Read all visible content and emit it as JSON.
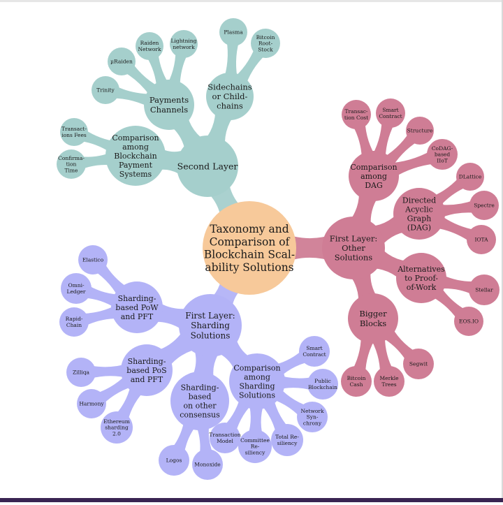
{
  "colors": {
    "root": "#f7c99a",
    "teal": "#a5cfcc",
    "pink": "#cf7d95",
    "blue": "#b3b3f7"
  },
  "mindmap": {
    "root": "Taxonomy and Comparison of Blockchain Scalability Solutions",
    "second_layer": {
      "label": "Second Layer",
      "payments_channels": {
        "label": "Payments Channels",
        "children": [
          "Raiden Network",
          "Lightning network",
          "µRaiden",
          "Trinity"
        ]
      },
      "sidechains": {
        "label": "Sidechains or Childchains",
        "children": [
          "Plasma",
          "Bitcoin Root-Stock"
        ]
      },
      "comparison_payment": {
        "label": "Comparison among Blockchain Payment Systems",
        "children": [
          "Transactions Fees",
          "Confirmation Time"
        ]
      }
    },
    "first_layer_other": {
      "label": "First Layer: Other Solutions",
      "comparison_dag": {
        "label": "Comparison among DAG",
        "children": [
          "Transaction Cost",
          "Smart Contract",
          "Structure",
          "CoDAG-based IIoT"
        ]
      },
      "dag": {
        "label": "Directed Acyclic Graph (DAG)",
        "children": [
          "DLattice",
          "Spectre",
          "IOTA"
        ]
      },
      "alternatives_pow": {
        "label": "Alternatives to Proof-of-Work",
        "children": [
          "Stellar",
          "EOS.IO"
        ]
      },
      "bigger_blocks": {
        "label": "Bigger Blocks",
        "children": [
          "Segwit",
          "Merkle Trees",
          "Bitcoin Cash"
        ]
      }
    },
    "first_layer_sharding": {
      "label": "First Layer: Sharding Solutions",
      "pow_pft": {
        "label": "Sharding-based PoW and PFT",
        "children": [
          "Elastico",
          "Omni-Ledger",
          "Rapid-Chain"
        ]
      },
      "pos_pft": {
        "label": "Sharding-based PoS and PFT",
        "children": [
          "Zilliqa",
          "Harmony",
          "Ethereum sharding 2.0"
        ]
      },
      "other_consensus": {
        "label": "Sharding-based on other consensus",
        "children": [
          "Logos",
          "Monoxide"
        ]
      },
      "comparison_sharding": {
        "label": "Comparison among Sharding Solutions",
        "children": [
          "Smart Contract",
          "Public Blockchain",
          "Network Synchrony",
          "Total Resiliency",
          "Committee Resiliency",
          "Transaction Model"
        ]
      }
    }
  }
}
